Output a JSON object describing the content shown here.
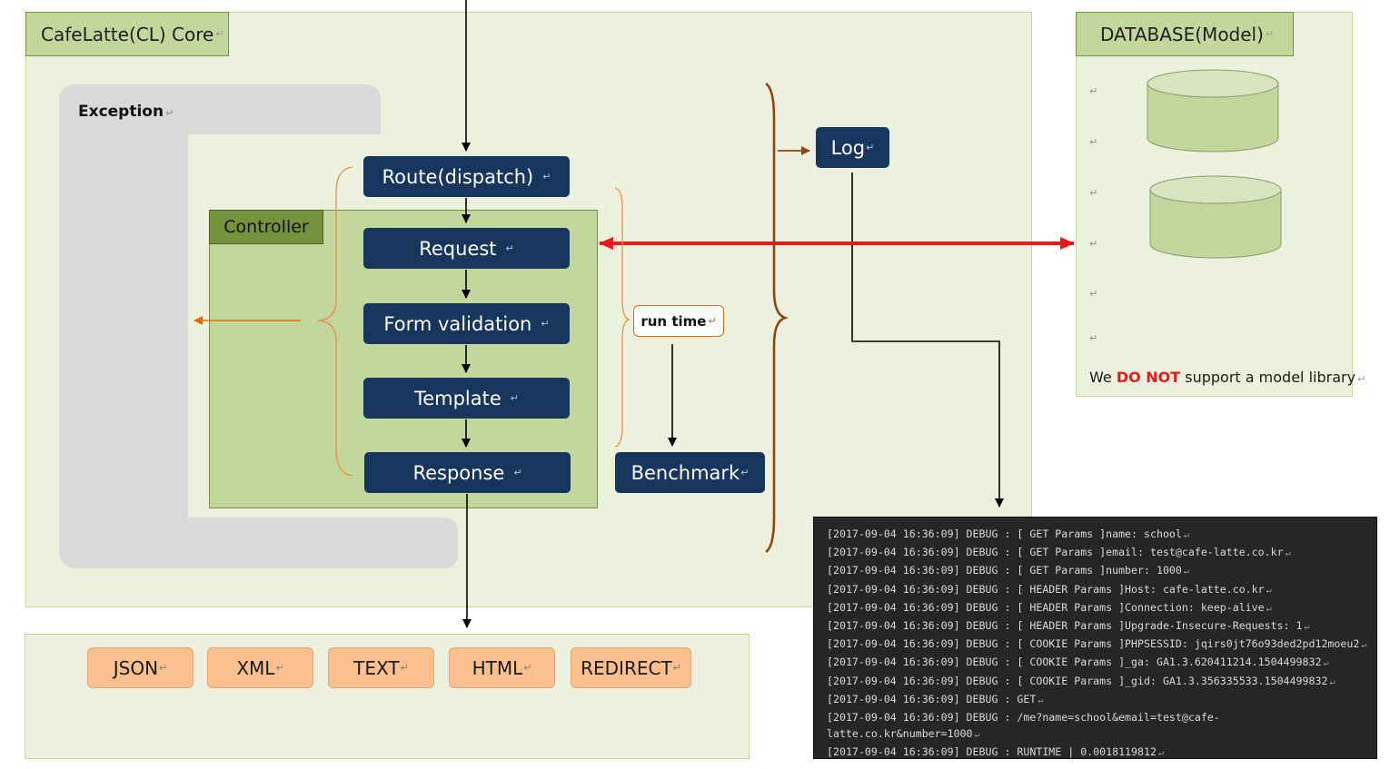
{
  "core": {
    "title": "CafeLatte(CL) Core"
  },
  "exception": {
    "label": "Exception"
  },
  "controller": {
    "label": "Controller"
  },
  "pipeline": {
    "route": "Route(dispatch)",
    "request": "Request",
    "form_validation": "Form validation",
    "template": "Template",
    "response": "Response"
  },
  "runtime": {
    "label": "run time"
  },
  "benchmark": {
    "label": "Benchmark"
  },
  "log": {
    "label": "Log"
  },
  "database": {
    "title": "DATABASE(Model)",
    "note_prefix": "We ",
    "note_emphasis": "DO NOT",
    "note_suffix": " support a model library"
  },
  "outputs": [
    "JSON",
    "XML",
    "TEXT",
    "HTML",
    "REDIRECT"
  ],
  "log_lines": [
    "[2017-09-04 16:36:09] DEBUG : [ GET Params ]name: school",
    "[2017-09-04 16:36:09] DEBUG : [ GET Params ]email: test@cafe-latte.co.kr",
    "[2017-09-04 16:36:09] DEBUG : [ GET Params ]number: 1000",
    "[2017-09-04 16:36:09] DEBUG : [ HEADER Params ]Host: cafe-latte.co.kr",
    "[2017-09-04 16:36:09] DEBUG : [ HEADER Params ]Connection: keep-alive",
    "[2017-09-04 16:36:09] DEBUG : [ HEADER Params ]Upgrade-Insecure-Requests: 1",
    "[2017-09-04 16:36:09] DEBUG : [ COOKIE Params ]PHPSESSID: jqirs0jt76o93ded2pd12moeu2",
    "[2017-09-04 16:36:09] DEBUG : [ COOKIE Params ]_ga: GA1.3.620411214.1504499832",
    "[2017-09-04 16:36:09] DEBUG : [ COOKIE Params ]_gid: GA1.3.356335533.1504499832",
    "[2017-09-04 16:36:09] DEBUG : GET",
    "[2017-09-04 16:36:09] DEBUG : /me?name=school&email=test@cafe-",
    "latte.co.kr&number=1000",
    "[2017-09-04 16:36:09] DEBUG : RUNTIME | 0.0018119812",
    ""
  ],
  "paragraph_mark": "↵",
  "colors": {
    "navy": "#17365d",
    "panel": "#ebf1dd",
    "controller": "#c3d69b",
    "exception": "#d9d9d9",
    "format_box": "#fac090",
    "db_arrow": "#e31c1c",
    "brace_brown": "#8b4513",
    "exception_arrow": "#e36c0a",
    "log_bg": "#262626",
    "emphasis_red": "#e31c1c"
  }
}
